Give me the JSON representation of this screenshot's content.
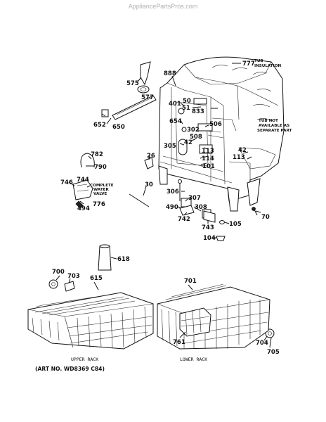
{
  "watermark": "AppliancePartsPros.com",
  "art_number": "(ART NO. WD8369 C84)",
  "notes": {
    "tub_insulation": [
      "TUB",
      "INSULATION"
    ],
    "tub_not_available": [
      "TUB NOT",
      "AVAILABLE AS",
      "SEPARATE PART"
    ],
    "complete_water_valve": [
      "COMPLETE",
      "WATER",
      "VALVE"
    ]
  },
  "captions": {
    "upper_rack": "UPPER RACK",
    "lower_rack": "LOWER RACK"
  },
  "part_labels": {
    "p777": "777",
    "p888": "888",
    "p575": "575",
    "p577": "577",
    "p401": "401",
    "p50": "50",
    "p51": "51",
    "p833": "833",
    "p654": "654",
    "p506": "506",
    "p302": "302",
    "p508": "508",
    "p652": "652",
    "p650": "650",
    "p42a": "42",
    "p305": "305",
    "p113a": "113",
    "p42b": "42",
    "p113b": "113",
    "p114": "114",
    "p782": "782",
    "p790": "790",
    "p26": "26",
    "p101": "101",
    "p746": "746",
    "p744": "744",
    "p494": "494",
    "p776": "776",
    "p30": "30",
    "p306": "306",
    "p307": "307",
    "p490": "490",
    "p308": "308",
    "p742": "742",
    "p743": "743",
    "p70": "70",
    "p105": "105",
    "p104": "104",
    "p618": "618",
    "p700": "700",
    "p703": "703",
    "p615": "615",
    "p701": "701",
    "p761": "761",
    "p704": "704",
    "p705": "705"
  }
}
